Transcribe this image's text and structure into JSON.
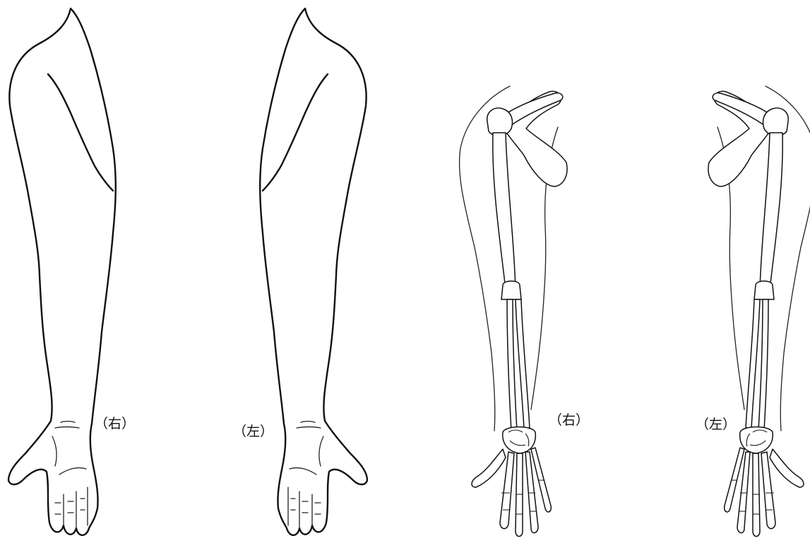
{
  "figure": {
    "panels": [
      {
        "id": "surface-right",
        "label": "（右）"
      },
      {
        "id": "surface-left",
        "label": "（左）"
      },
      {
        "id": "skeleton-right",
        "label": "（右）"
      },
      {
        "id": "skeleton-left",
        "label": "（左）"
      }
    ]
  }
}
